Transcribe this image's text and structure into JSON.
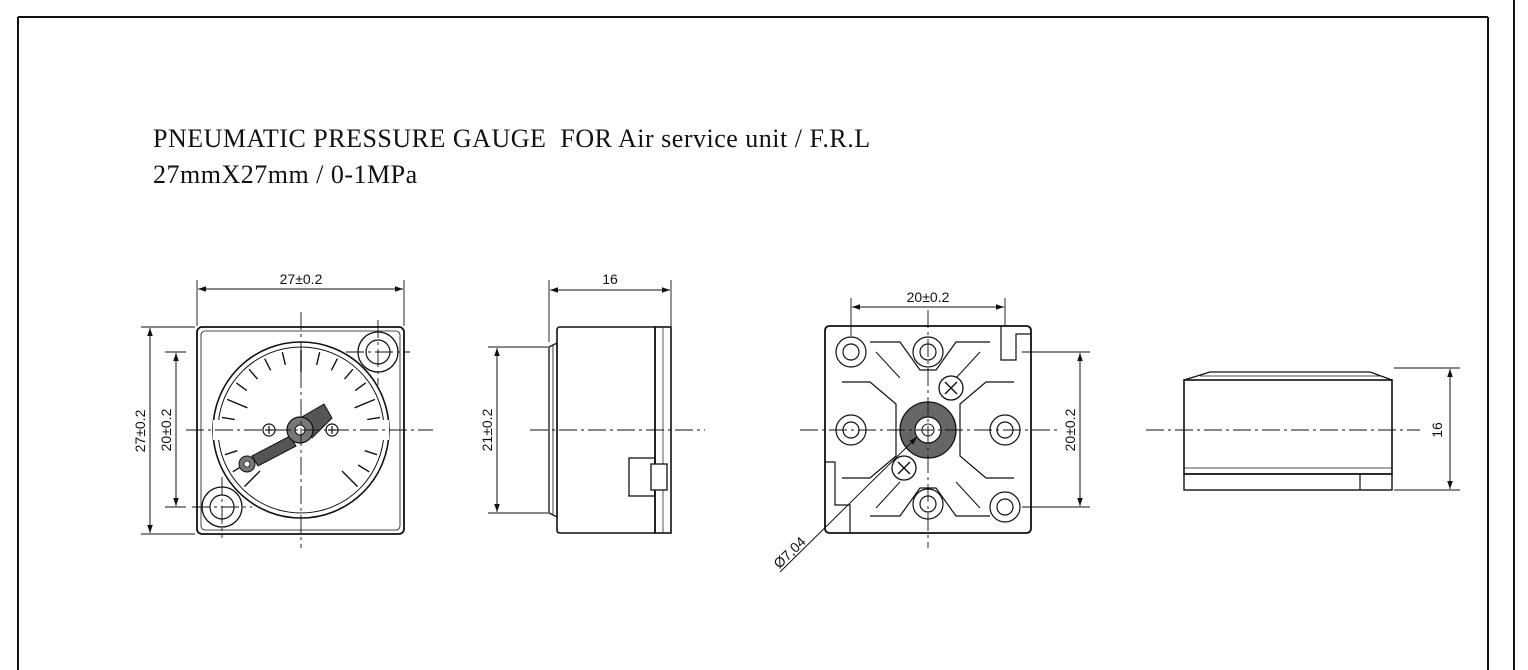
{
  "title": {
    "line1": "PNEUMATIC PRESSURE GAUGE  FOR Air service unit / F.R.L",
    "line2": "27mmX27mm / 0-1MPa"
  },
  "front_view": {
    "width_dim": "27±0.2",
    "height_dim": "27±0.2",
    "hole_dim": "20±0.2"
  },
  "side_view": {
    "depth_dim": "16",
    "height_dim": "21±0.2"
  },
  "back_view": {
    "hole_spacing_dim": "20±0.2",
    "height_dim": "20±0.2",
    "diameter_dim": "Ø7,04"
  },
  "right_view": {
    "height_dim": "16"
  }
}
